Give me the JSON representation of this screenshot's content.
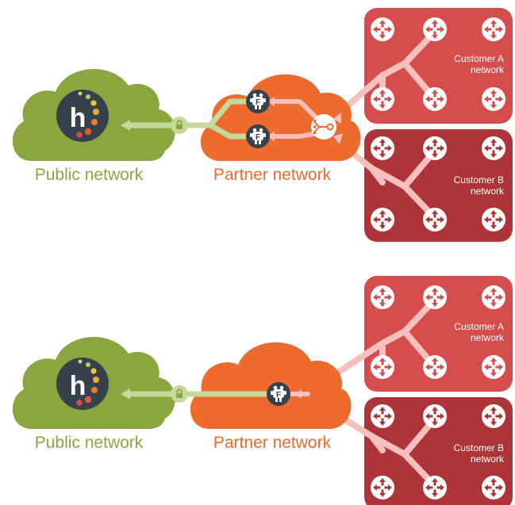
{
  "colors": {
    "public_cloud": "#8ba63f",
    "partner_cloud": "#ec6b2d",
    "customer_a": "#d64d4d",
    "customer_b": "#ad3538",
    "pink_line": "#f8bfbf",
    "green_line": "#c6d99c",
    "hub_dark": "#37414b",
    "router_white": "#ffffff"
  },
  "labels": {
    "public_network": "Public network",
    "partner_network": "Partner network",
    "customer_a_line1": "Customer A",
    "customer_a_line2": "network",
    "customer_b_line1": "Customer B",
    "customer_b_line2": "network"
  },
  "icons": {
    "hub_letter": "h",
    "firewall_letter": "F",
    "lock": "lock-icon",
    "router": "router-icon",
    "load_balancer": "load-balancer-icon"
  }
}
